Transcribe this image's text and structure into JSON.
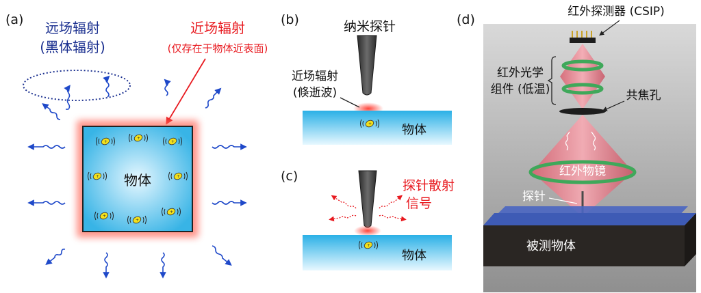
{
  "panels": {
    "a": {
      "label": "(a)",
      "far_field_line1": "远场辐射",
      "far_field_line2": "(黑体辐射)",
      "near_field_title": "近场辐射",
      "near_field_note": "(仅存在于物体近表面)",
      "object": "物体"
    },
    "b": {
      "label": "(b)",
      "probe": "纳米探针",
      "near_field_line1": "近场辐射",
      "near_field_line2": "(倏逝波)",
      "object": "物体"
    },
    "c": {
      "label": "(c)",
      "scatter_line1": "探针散射",
      "scatter_line2": "信号",
      "object": "物体"
    },
    "d": {
      "label": "(d)",
      "detector": "红外探测器 (CSIP)",
      "optics_line1": "红外光学",
      "optics_line2": "组件 (低温)",
      "pinhole": "共焦孔",
      "objective": "红外物镜",
      "tip": "探针",
      "sample": "被测物体"
    }
  },
  "colors": {
    "far_field": "#1a2f8f",
    "near_field": "#e8191f",
    "object_fill": "#8fd8f2",
    "glow": "#ff6a5c",
    "wave": "#1f49c9",
    "charge": "#f2e01b",
    "cone": "#e77785",
    "ring": "#3fa85a",
    "panel_bg": "#a8a8a8",
    "sample_top": "#3e5bb5"
  },
  "icons": [
    "charge-oscillator-icon",
    "wavy-arrow-icon",
    "probe-tip-icon",
    "detector-chip-icon",
    "pinhole-icon"
  ]
}
